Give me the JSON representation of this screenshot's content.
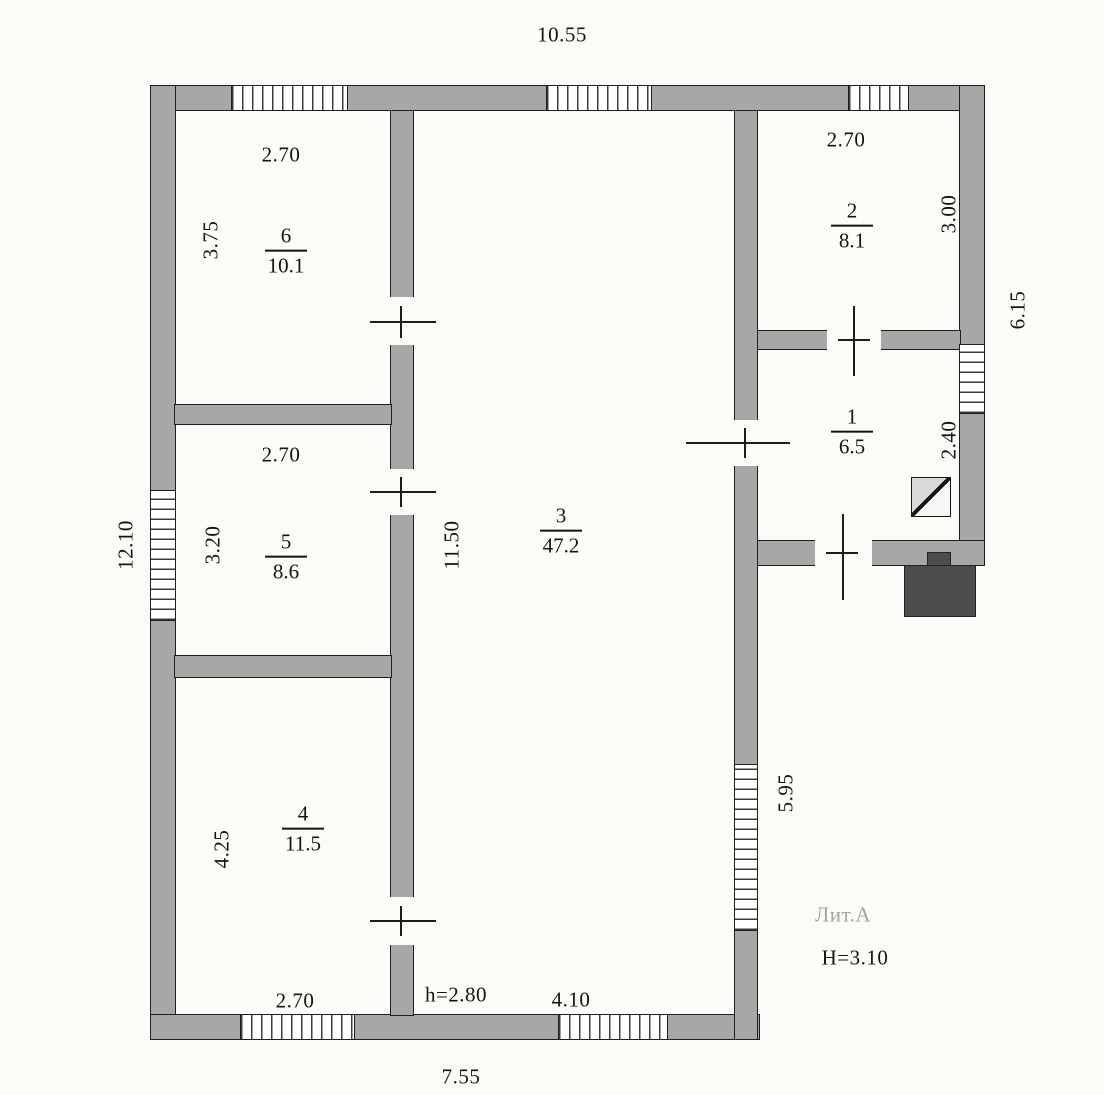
{
  "rooms": [
    {
      "number": "1",
      "area": "6.5"
    },
    {
      "number": "2",
      "area": "8.1"
    },
    {
      "number": "3",
      "area": "47.2"
    },
    {
      "number": "4",
      "area": "11.5"
    },
    {
      "number": "5",
      "area": "8.6"
    },
    {
      "number": "6",
      "area": "10.1"
    }
  ],
  "dimensions": {
    "overall_top": "10.55",
    "overall_left": "12.10",
    "overall_bottom": "7.55",
    "right_upper": "6.15",
    "room6_width": "2.70",
    "room6_depth": "3.75",
    "room5_width": "2.70",
    "room5_depth": "3.20",
    "room4_depth": "4.25",
    "room4_bottom_width": "2.70",
    "room3_depth": "11.50",
    "room3_bottom_width": "4.10",
    "room3_right_lower": "5.95",
    "room2_width": "2.70",
    "room2_depth": "3.00",
    "room1_depth": "2.40"
  },
  "annotations": {
    "litera": "Лит.А",
    "building_height": "H=3.10",
    "ceiling_height": "h=2.80"
  }
}
